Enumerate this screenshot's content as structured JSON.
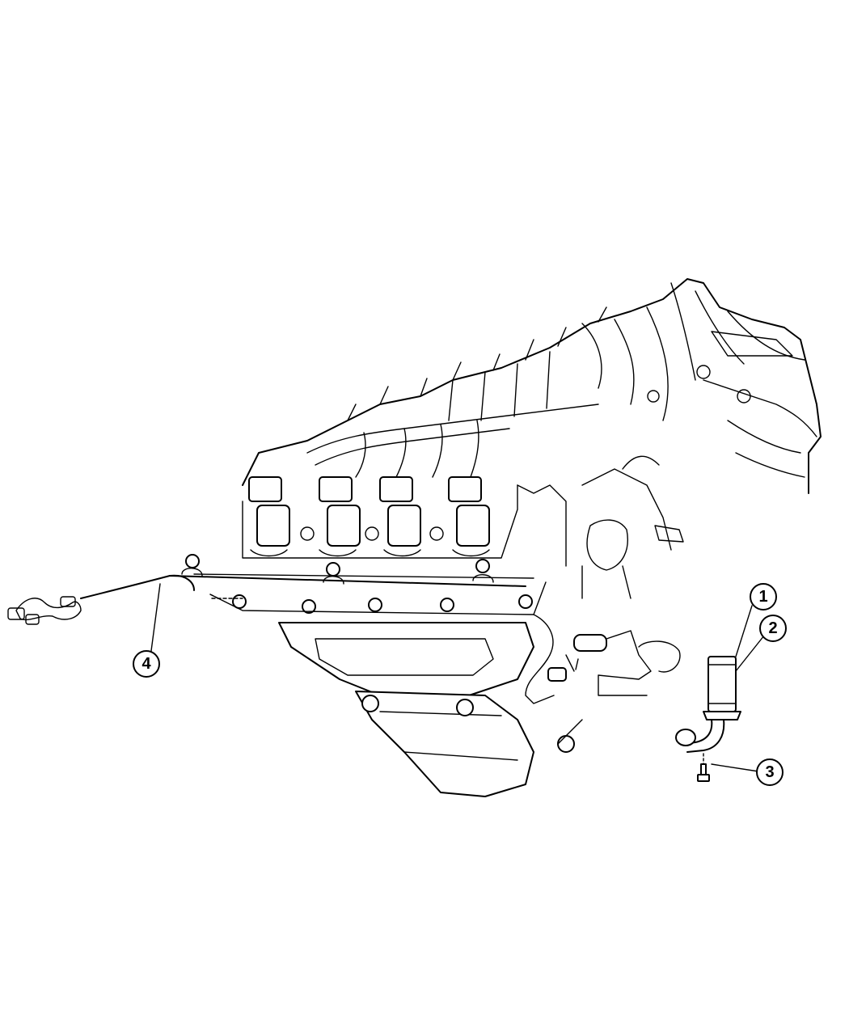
{
  "diagram": {
    "callouts": [
      {
        "id": "1",
        "label": "1"
      },
      {
        "id": "2",
        "label": "2"
      },
      {
        "id": "3",
        "label": "3"
      },
      {
        "id": "4",
        "label": "4"
      }
    ],
    "icons": {
      "engine": "engine-block-icon",
      "harness": "wiring-harness-icon",
      "sleeve": "protective-sleeve-icon",
      "bolt": "bolt-icon"
    }
  }
}
